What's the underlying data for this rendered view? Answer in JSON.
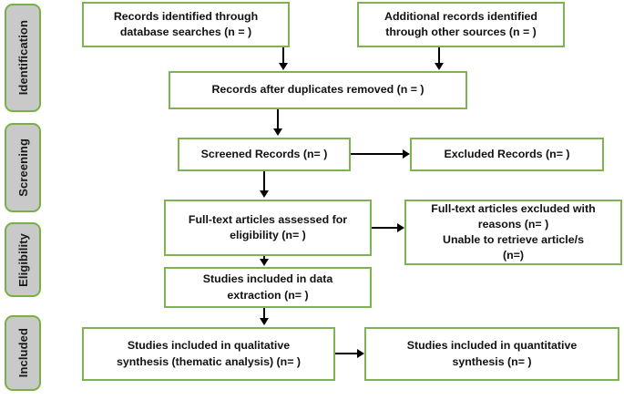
{
  "diagram": {
    "type": "prisma-flow-diagram",
    "colors": {
      "box_border": "#7fb252",
      "stage_fill": "#c9c9c9",
      "stage_border": "#79b045",
      "connector": "#000000",
      "text": "#111111",
      "background": "#ffffff"
    }
  },
  "stages": [
    {
      "key": "identification",
      "label": "Identification"
    },
    {
      "key": "screening",
      "label": "Screening"
    },
    {
      "key": "eligibility",
      "label": "Eligibility"
    },
    {
      "key": "included",
      "label": "Included"
    }
  ],
  "boxes": {
    "database_records": {
      "label": "Records identified through\ndatabase searches (n = )"
    },
    "other_records": {
      "label": "Additional records identified\nthrough other sources (n = )"
    },
    "duplicates_removed": {
      "label": "Records after duplicates removed (n =  )"
    },
    "screened_records": {
      "label": "Screened Records (n=  )"
    },
    "excluded_records": {
      "label": "Excluded Records (n=  )"
    },
    "fulltext_assessed": {
      "label": "Full-text articles assessed for\neligibility (n=  )"
    },
    "fulltext_excluded": {
      "label": "Full-text articles excluded with\nreasons (n=  )\nUnable to retrieve article/s\n(n=)"
    },
    "data_extraction": {
      "label": "Studies included in data\nextraction (n=  )"
    },
    "qualitative_synthesis": {
      "label": "Studies included in qualitative\nsynthesis (thematic analysis) (n=  )"
    },
    "quantitative_synthesis": {
      "label": "Studies included in quantitative\nsynthesis (n=  )"
    }
  },
  "connectors": [
    {
      "name": "database-records-to-duplicates",
      "kind": "arrow-down"
    },
    {
      "name": "other-records-to-duplicates",
      "kind": "arrow-down"
    },
    {
      "name": "duplicates-to-screened",
      "kind": "arrow-down"
    },
    {
      "name": "screened-to-excluded",
      "kind": "arrow-right"
    },
    {
      "name": "screened-to-fulltext-assessed",
      "kind": "arrow-down"
    },
    {
      "name": "fulltext-assessed-to-excluded",
      "kind": "arrow-right"
    },
    {
      "name": "fulltext-assessed-to-extraction",
      "kind": "arrow-down"
    },
    {
      "name": "extraction-to-qualitative",
      "kind": "arrow-down"
    },
    {
      "name": "qualitative-to-quantitative",
      "kind": "arrow-right"
    }
  ]
}
